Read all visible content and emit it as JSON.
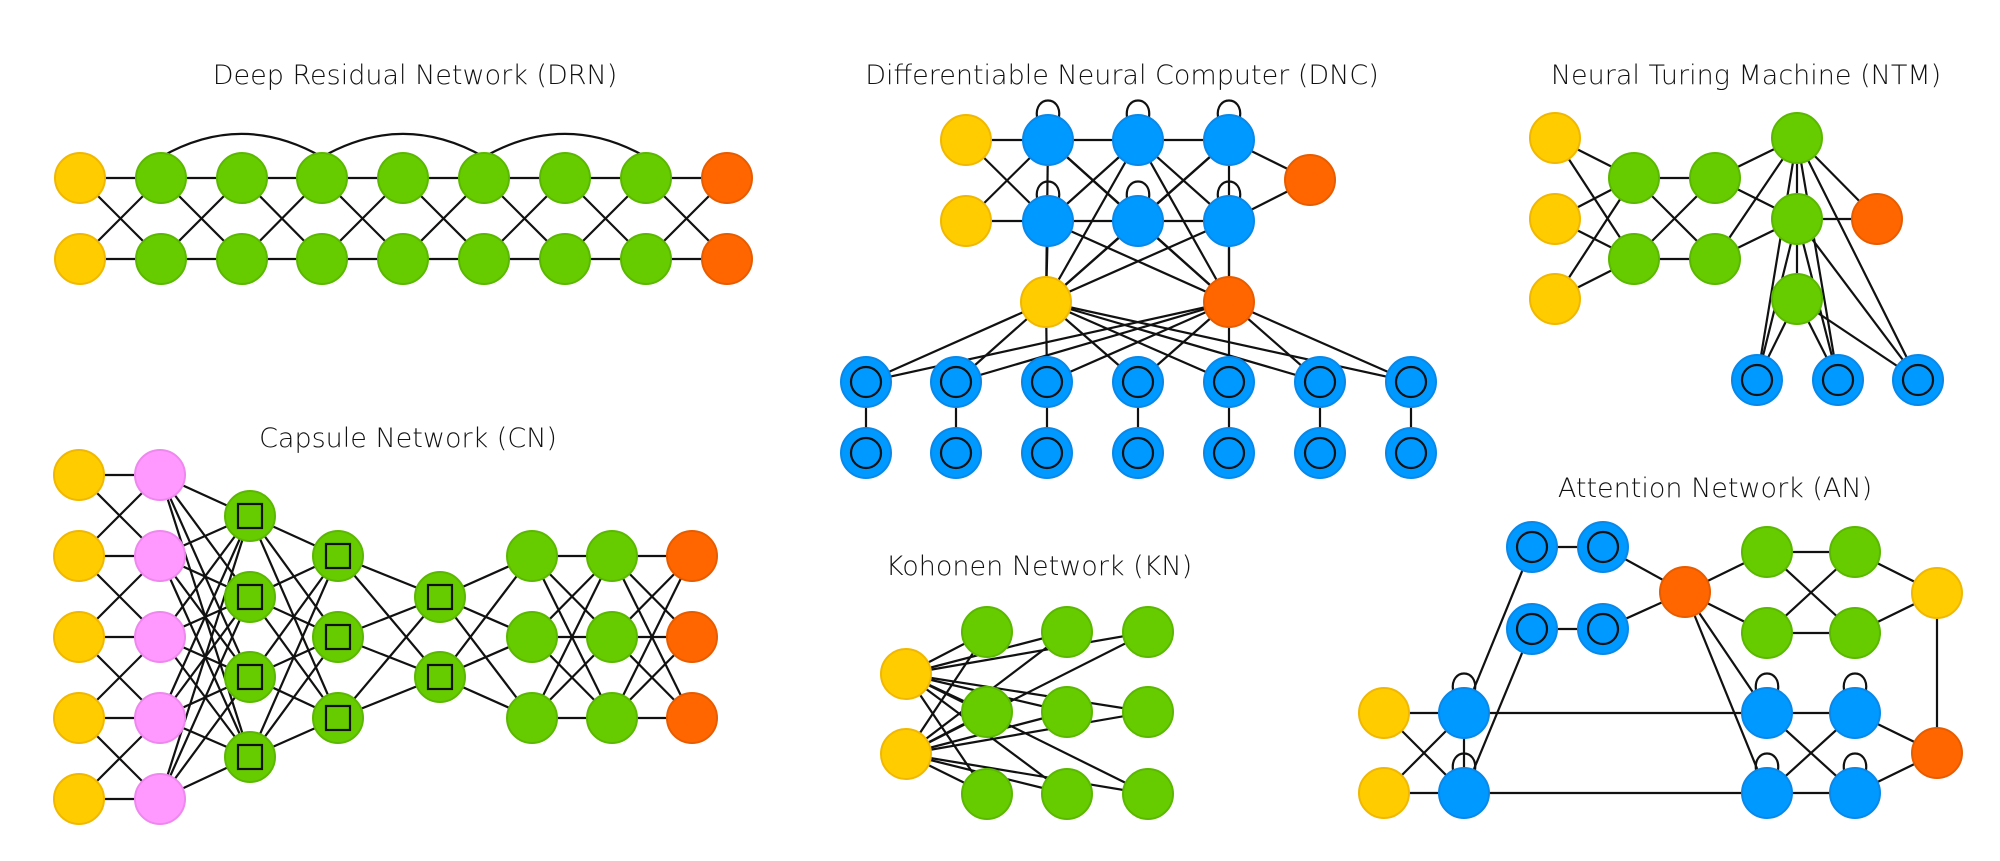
{
  "colors": {
    "input": "#FFCC00",
    "hidden": "#66CC00",
    "output": "#FF6600",
    "memory": "#0099FF",
    "capsule_input": "#FF99FF",
    "edge": "#111111"
  },
  "networks": {
    "drn": {
      "title": "Deep Residual Network (DRN)"
    },
    "dnc": {
      "title": "Differentiable Neural Computer (DNC)"
    },
    "ntm": {
      "title": "Neural Turing Machine (NTM)"
    },
    "cn": {
      "title": "Capsule Network (CN)"
    },
    "kn": {
      "title": "Kohonen Network (KN)"
    },
    "an": {
      "title": "Attention Network (AN)"
    }
  },
  "node_types": [
    "input-cell",
    "hidden-cell",
    "output-cell",
    "memory-cell",
    "capsule-cell",
    "recurrent-cell",
    "kernel-pool-cell"
  ]
}
